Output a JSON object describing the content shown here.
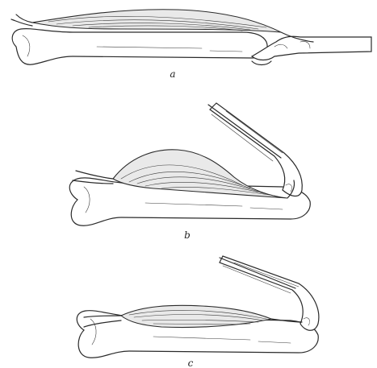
{
  "figure": {
    "panels": [
      {
        "id": "a",
        "label": "a"
      },
      {
        "id": "b",
        "label": "b"
      },
      {
        "id": "c",
        "label": "c"
      }
    ]
  }
}
